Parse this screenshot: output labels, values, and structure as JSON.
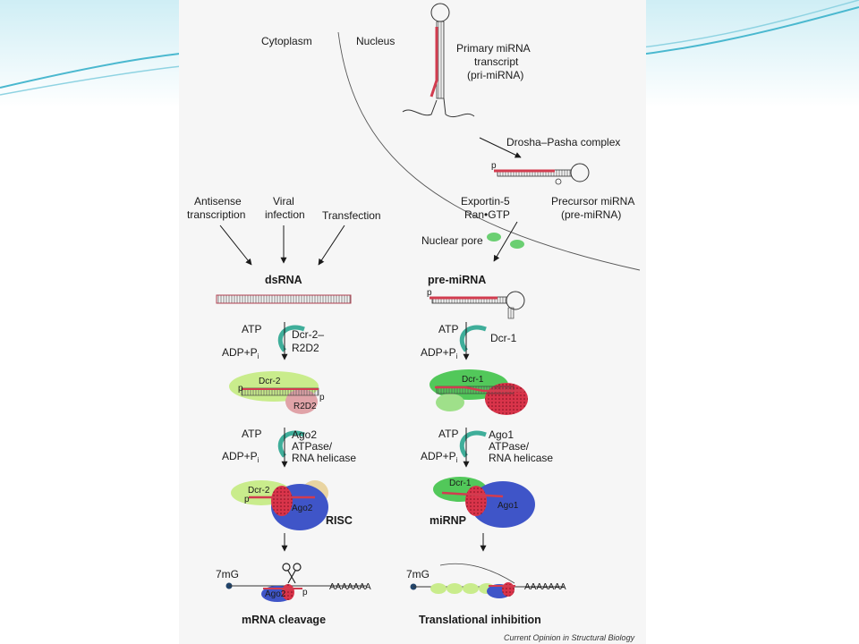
{
  "labels": {
    "cytoplasm": "Cytoplasm",
    "nucleus": "Nucleus",
    "pri_line1": "Primary miRNA",
    "pri_line2": "transcript",
    "pri_line3": "(pri-miRNA)",
    "drosha": "Drosha–Pasha complex",
    "precursor_line1": "Precursor miRNA",
    "precursor_line2": "(pre-miRNA)",
    "exportin_line1": "Exportin-5",
    "exportin_line2": "Ran•GTP",
    "nuclear_pore": "Nuclear pore",
    "antisense_line1": "Antisense",
    "antisense_line2": "transcription",
    "viral_line1": "Viral",
    "viral_line2": "infection",
    "transfection": "Transfection",
    "dsrna": "dsRNA",
    "pre_mirna": "pre-miRNA",
    "atp": "ATP",
    "adp": "ADP+P",
    "adp_sub": "i",
    "dcr2_line1": "Dcr-2–",
    "dcr2_line2": "R2D2",
    "dcr1": "Dcr-1",
    "dcr2_protein": "Dcr-2",
    "dcr1_protein": "Dcr-1",
    "r2d2_protein": "R2D2",
    "ago2_line1": "Ago2",
    "ago1_line1": "Ago1",
    "atpase": "ATPase/",
    "helicase": "RNA helicase",
    "ago2_protein": "Ago2",
    "ago1_protein": "Ago1",
    "risc": "RISC",
    "mirnp": "miRNP",
    "cap": "7mG",
    "polya": "AAAAAAA",
    "p": "p",
    "mrna_cleavage": "mRNA cleavage",
    "translational_inhibition": "Translational inhibition",
    "credit": "Current Opinion in Structural Biology"
  },
  "colors": {
    "rna_red": "#d23c4f",
    "green_protein": "#52c85a",
    "light_green": "#c9ec8c",
    "blue_protein": "#3f55c8",
    "red_protein": "#d9344a",
    "arrow_teal": "#3fae9a",
    "slide_teal": "#4ab8cf"
  }
}
